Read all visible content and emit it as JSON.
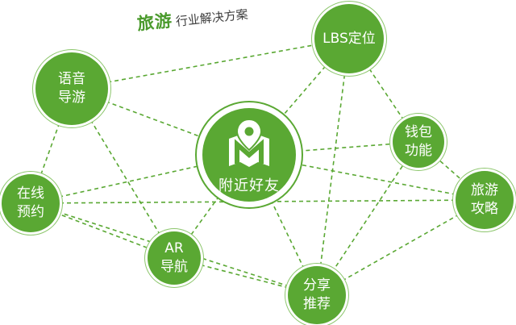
{
  "title": {
    "main": "旅游",
    "sub": "行业解决方案"
  },
  "colors": {
    "node": "#5aa833",
    "edge": "#5aa833",
    "title_accent": "#4a9a2c"
  },
  "center": {
    "label": "附近好友",
    "icon": "map-pin-icon"
  },
  "nodes": [
    {
      "id": "voice",
      "label": "语音\n导游"
    },
    {
      "id": "lbs",
      "label": "LBS定位"
    },
    {
      "id": "wallet",
      "label": "钱包\n功能"
    },
    {
      "id": "strategy",
      "label": "旅游\n攻略"
    },
    {
      "id": "share",
      "label": "分享\n推荐"
    },
    {
      "id": "ar",
      "label": "AR\n导航"
    },
    {
      "id": "booking",
      "label": "在线\n预约"
    }
  ],
  "edges": [
    [
      "voice",
      "lbs"
    ],
    [
      "voice",
      "center"
    ],
    [
      "voice",
      "booking"
    ],
    [
      "voice",
      "ar"
    ],
    [
      "lbs",
      "center"
    ],
    [
      "lbs",
      "wallet"
    ],
    [
      "lbs",
      "share"
    ],
    [
      "wallet",
      "center"
    ],
    [
      "wallet",
      "strategy"
    ],
    [
      "wallet",
      "share"
    ],
    [
      "strategy",
      "center"
    ],
    [
      "strategy",
      "booking"
    ],
    [
      "strategy",
      "share"
    ],
    [
      "share",
      "center"
    ],
    [
      "share",
      "ar"
    ],
    [
      "share",
      "booking"
    ],
    [
      "ar",
      "center"
    ],
    [
      "ar",
      "booking"
    ],
    [
      "booking",
      "center"
    ]
  ]
}
